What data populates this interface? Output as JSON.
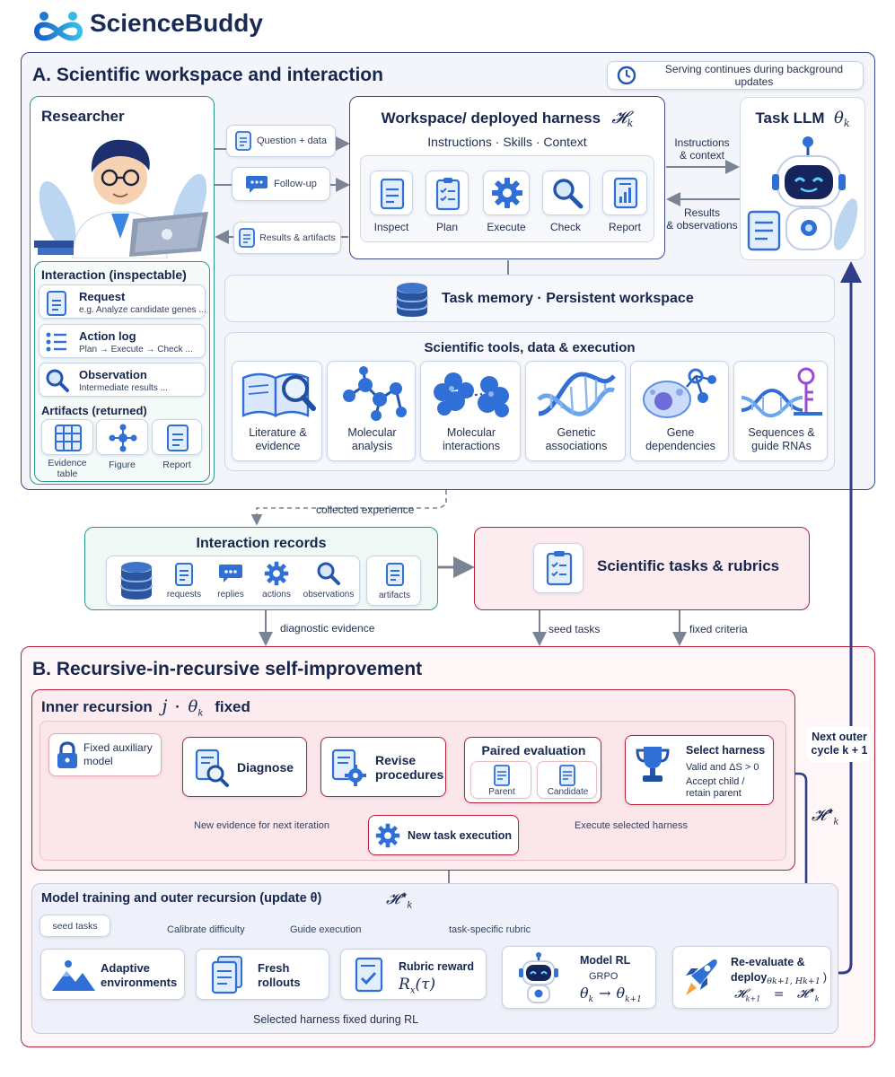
{
  "brand": {
    "name": "ScienceBuddy"
  },
  "sectionA": {
    "title": "A. Scientific workspace and interaction",
    "serving_note": "Serving continues during background updates",
    "researcher": {
      "title": "Researcher",
      "interaction_title": "Interaction (inspectable)",
      "request": {
        "title": "Request",
        "sub": "e.g. Analyze candidate genes ..."
      },
      "action_log": {
        "title": "Action log",
        "sub": "Plan → Execute → Check ..."
      },
      "observation": {
        "title": "Observation",
        "sub": "Intermediate results ..."
      },
      "artifacts_title": "Artifacts (returned)",
      "artifacts": [
        "Evidence table",
        "Figure",
        "Report"
      ]
    },
    "messages": {
      "question": "Question + data",
      "followup": "Follow-up",
      "results": "Results & artifacts"
    },
    "workspace": {
      "title": "Workspace/ deployed harness",
      "symbol": "𝓗",
      "symbol_sub": "k",
      "subtitle": "Instructions · Skills · Context",
      "steps": [
        "Inspect",
        "Plan",
        "Execute",
        "Check",
        "Report"
      ]
    },
    "llm_links": {
      "to_llm": [
        "Instructions",
        "& context"
      ],
      "from_llm": [
        "Results",
        "& observations"
      ]
    },
    "task_llm": {
      "title": "Task LLM",
      "symbol": "θ",
      "symbol_sub": "k"
    },
    "memory": "Task memory · Persistent workspace",
    "tools": {
      "title": "Scientific tools, data & execution",
      "items": [
        [
          "Literature &",
          "evidence"
        ],
        [
          "Molecular",
          "analysis"
        ],
        [
          "Molecular",
          "interactions"
        ],
        [
          "Genetic",
          "associations"
        ],
        [
          "Gene",
          "dependencies"
        ],
        [
          "Sequences &",
          "guide RNAs"
        ]
      ]
    }
  },
  "middle": {
    "collected": "collected experience",
    "records": {
      "title": "Interaction records",
      "items": [
        "requests",
        "replies",
        "actions",
        "observations",
        "artifacts"
      ]
    },
    "tasks_rubrics": "Scientific tasks & rubrics",
    "diagnostic": "diagnostic evidence",
    "seed_tasks": "seed tasks",
    "fixed_criteria": "fixed criteria"
  },
  "sectionB": {
    "title": "B. Recursive-in-recursive self-improvement",
    "inner": {
      "title_a": "Inner recursion",
      "j": "j",
      "dot": "·",
      "theta": "θ",
      "theta_sub": "k",
      "fixed": "fixed",
      "aux": [
        "Fixed auxiliary",
        "model"
      ],
      "diagnose": "Diagnose",
      "revise": [
        "Revise",
        "procedures"
      ],
      "paired": "Paired evaluation",
      "parent": "Parent",
      "candidate": "Candidate",
      "select_title": "Select harness",
      "select_lines": [
        "Valid and ΔS > 0",
        "Accept child /",
        "retain parent"
      ],
      "new_evidence": "New evidence for next iteration",
      "execute_selected": "Execute selected harness",
      "new_task": "New task execution"
    },
    "harness_star": "𝓗",
    "harness_star_sub": "k",
    "next_outer": [
      "Next outer",
      "cycle k + 1"
    ],
    "training": {
      "title": "Model training and outer recursion (update θ)",
      "seed_tasks": "seed tasks",
      "calibrate": "Calibrate difficulty",
      "guide": "Guide execution",
      "rubric_link": "task-specific rubric",
      "adaptive": [
        "Adaptive",
        "environments"
      ],
      "fresh": [
        "Fresh",
        "rollouts"
      ],
      "rubric_reward": "Rubric reward",
      "rubric_formula": "R",
      "rubric_formula_sub": "x",
      "rubric_formula_arg": "(τ)",
      "model_rl": "Model RL",
      "grpo": "GRPO",
      "theta_from": "θ",
      "theta_from_sub": "k",
      "arrow": "→",
      "theta_to": "θ",
      "theta_to_sub": "k+1",
      "reeval": "Re-evaluate &",
      "deploy": "deploy",
      "deploy_args": "θk+1, Hk+1",
      "deploy_paren": ")",
      "eq_left": "𝓗",
      "eq_left_sub": "k+1",
      "eq_sign": "=",
      "eq_right": "𝓗",
      "eq_right_sub": "k",
      "fixed_during_rl": "Selected harness fixed during RL"
    }
  },
  "colors": {
    "navy": "#2f3f86",
    "blue": "#2f6fd6",
    "teal": "#2a9a86",
    "crimson": "#b8203a",
    "panel_a": "#f3f5fb",
    "panel_b": "#fdf1f3"
  }
}
